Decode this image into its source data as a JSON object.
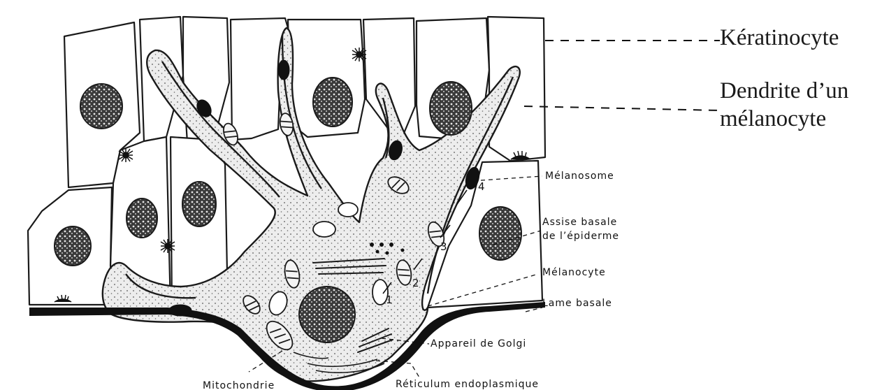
{
  "diagram": {
    "labels": {
      "keratinocyte": "Kératinocyte",
      "dendrite_line1": "Dendrite d’un",
      "dendrite_line2": "mélanocyte",
      "melanosome": "Mélanosome",
      "assise_line1": "Assise basale",
      "assise_line2": "de l’épiderme",
      "melanocyte": "Mélanocyte",
      "lame_basale": "Lame basale",
      "golgi": "Appareil de Golgi",
      "reticulum": "Réticulum endoplasmique",
      "mitochondrie": "Mitochondrie"
    },
    "steps": [
      "1",
      "2",
      "3",
      "4"
    ],
    "colors": {
      "ink": "#1a1a1a",
      "cytoplasm": "#ededed",
      "nucleus": "#2a2a2a",
      "background": "#ffffff"
    }
  }
}
